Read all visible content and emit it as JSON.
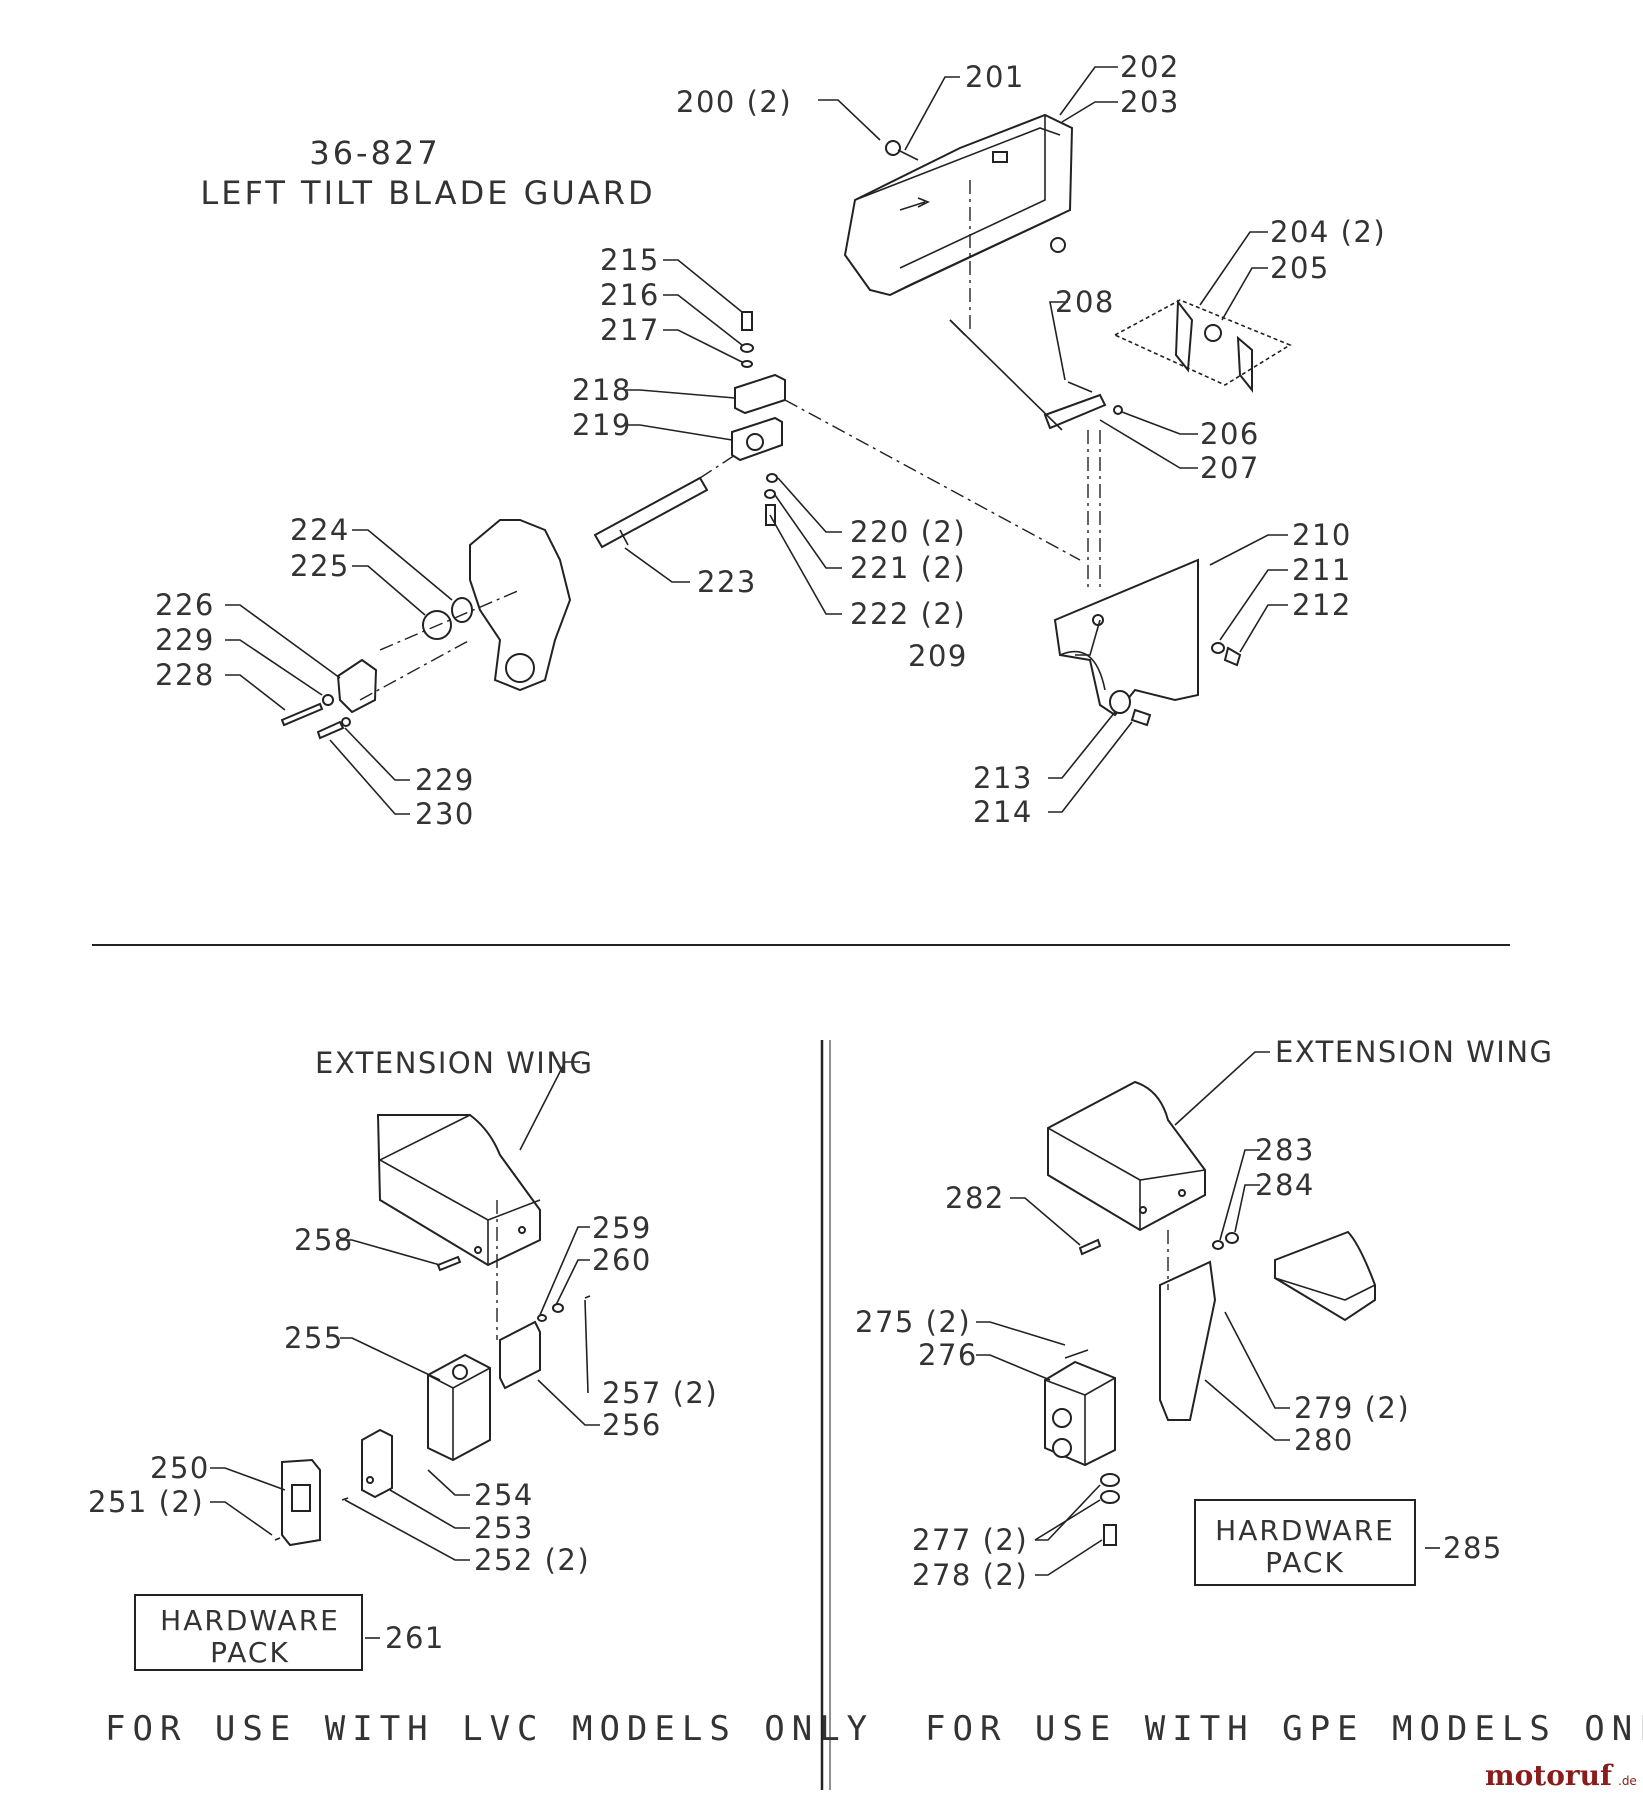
{
  "title": {
    "model": "36-827",
    "name": "LEFT TILT BLADE GUARD"
  },
  "callouts_top": {
    "p200": "200 (2)",
    "p201": "201",
    "p202": "202",
    "p203": "203",
    "p204": "204 (2)",
    "p205": "205",
    "p206": "206",
    "p207": "207",
    "p208": "208",
    "p209": "209",
    "p210": "210",
    "p211": "211",
    "p212": "212",
    "p213": "213",
    "p214": "214",
    "p215": "215",
    "p216": "216",
    "p217": "217",
    "p218": "218",
    "p219": "219",
    "p220": "220 (2)",
    "p221": "221 (2)",
    "p222": "222 (2)",
    "p223": "223",
    "p224": "224",
    "p225": "225",
    "p226": "226",
    "p228": "228",
    "p229a": "229",
    "p229b": "229",
    "p230": "230"
  },
  "callouts_lvc": {
    "wing": "EXTENSION WING",
    "p250": "250",
    "p251": "251 (2)",
    "p252": "252 (2)",
    "p253": "253",
    "p254": "254",
    "p255": "255",
    "p256": "256",
    "p257": "257 (2)",
    "p258": "258",
    "p259": "259",
    "p260": "260",
    "p261": "261"
  },
  "callouts_gpe": {
    "wing": "EXTENSION WING",
    "p275": "275 (2)",
    "p276": "276",
    "p277": "277 (2)",
    "p278": "278 (2)",
    "p279": "279 (2)",
    "p280": "280",
    "p282": "282",
    "p283": "283",
    "p284": "284",
    "p285": "285"
  },
  "hardware_pack": {
    "line1": "HARDWARE",
    "line2": "PACK"
  },
  "footers": {
    "lvc": "FOR USE WITH LVC MODELS ONLY",
    "gpe": "FOR USE WITH GPE MODELS ONLY"
  },
  "watermark": {
    "brand": "motoruf",
    "domain": ".de"
  }
}
